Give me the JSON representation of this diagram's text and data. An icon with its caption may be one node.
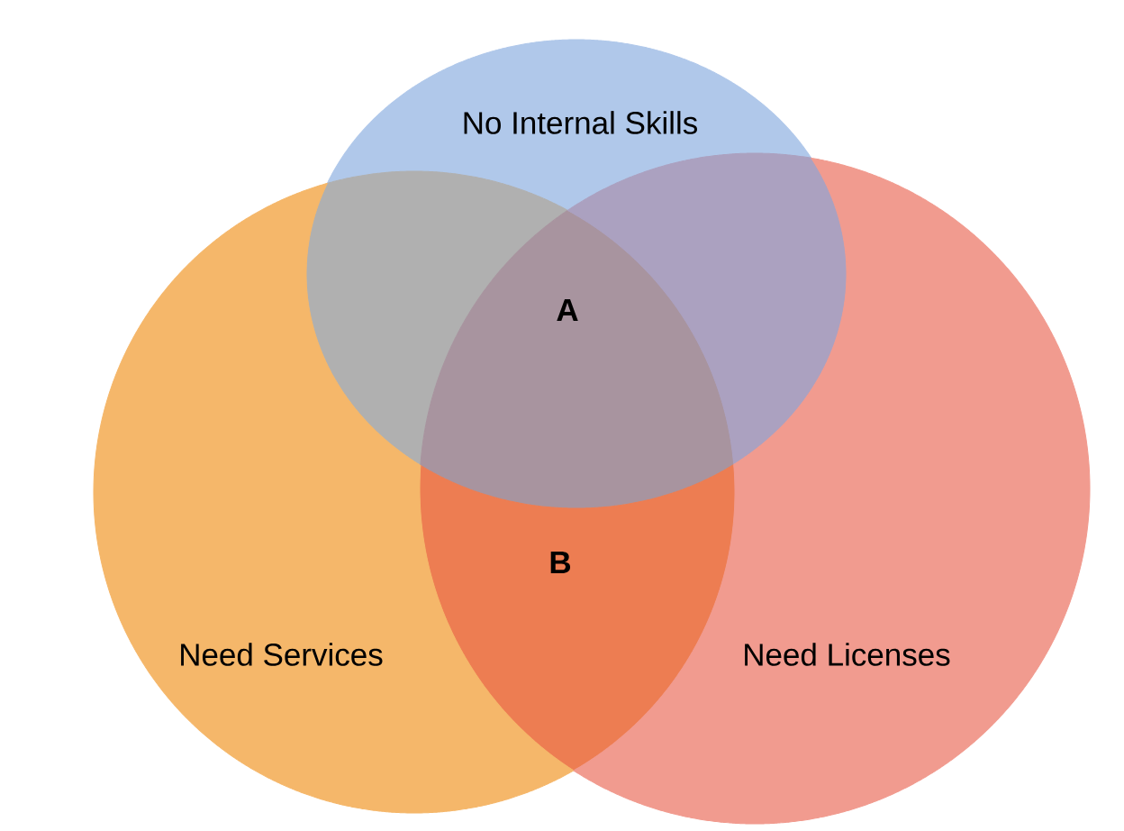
{
  "diagram": {
    "nodes": [
      {
        "text": [
          "No Internal Skills"
        ]
      },
      {
        "text": [],
        "shape": "lens"
      },
      {
        "text": [
          "A"
        ]
      },
      {
        "text": [],
        "shape": "lens"
      },
      {
        "text": [
          "B"
        ]
      },
      {
        "text": [
          "Need Services"
        ]
      },
      {
        "text": [
          "Need Licenses"
        ]
      }
    ]
  }
}
